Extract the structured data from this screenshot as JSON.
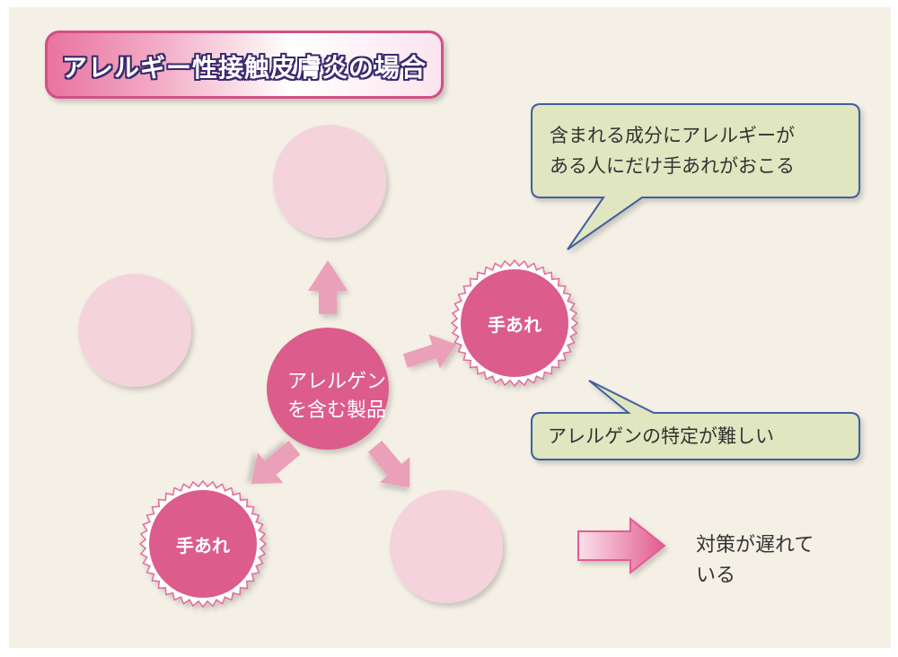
{
  "title": "アレルギー性接触皮膚炎の場合",
  "center": {
    "line1": "アレルゲン",
    "line2": "を含む製品"
  },
  "badges": {
    "right": "手あれ",
    "lower_left": "手あれ"
  },
  "callouts": {
    "top": {
      "line1": "含まれる成分にアレルギーが",
      "line2": "ある人にだけ手あれがおこる"
    },
    "bottom": "アレルゲンの特定が難しい"
  },
  "legend": {
    "line1": "対策が遅れて",
    "line2": "いる"
  },
  "colors": {
    "background": "#f5f0e6",
    "pale_circle": "#f4d3dc",
    "deep_pink": "#dc5c8c",
    "arrow_pink": "#eaa0b8",
    "callout_fill": "#dfe6c0",
    "callout_border": "#3f5f9f",
    "title_outline": "#3a2a6e"
  }
}
